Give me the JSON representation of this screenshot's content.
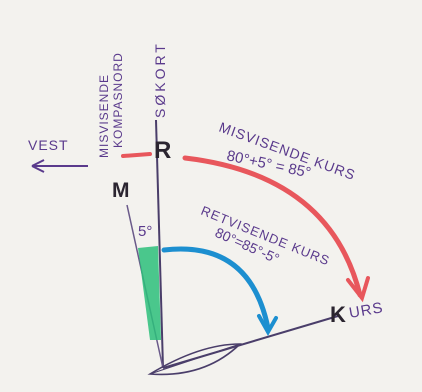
{
  "labels": {
    "vest": "VEST",
    "misvisende_kompas_line1": "MISVISENDE",
    "misvisende_kompas_line2": "KOMPASNORD",
    "sokort": "SØKORT",
    "r": "R",
    "m": "M",
    "deviation": "5°",
    "misvisende_kurs_title": "MISVISENDE KURS",
    "misvisende_kurs_formula": "80°+5° = 85°",
    "retvisende_kurs_title": "RETVISENDE KURS",
    "retvisende_kurs_formula": "80°=85°-5°",
    "k": "K",
    "urs": "URS"
  },
  "colors": {
    "ink_purple": "#5a3a8c",
    "ink_dark": "#2b2530",
    "red": "#e8575c",
    "blue": "#1c8fd0",
    "green": "#2bbf7a"
  }
}
